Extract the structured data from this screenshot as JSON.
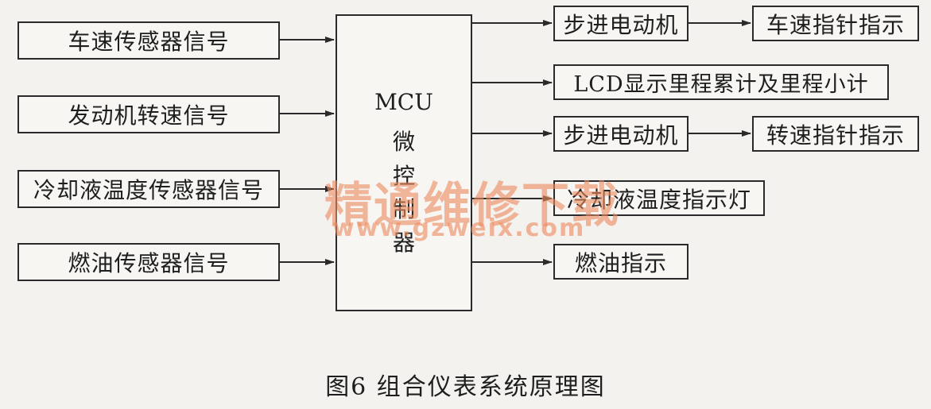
{
  "inputs": [
    "车速传感器信号",
    "发动机转速信号",
    "冷却液温度传感器信号",
    "燃油传感器信号"
  ],
  "mcu": {
    "line1": "MCU",
    "chars": [
      "微",
      "控",
      "制",
      "器"
    ]
  },
  "outputs": {
    "stepper1": "步进电动机",
    "speed_pointer": "车速指针指示",
    "lcd": "LCD显示里程累计及里程小计",
    "stepper2": "步进电动机",
    "rpm_pointer": "转速指针指示",
    "coolant_light": "冷却液温度指示灯",
    "fuel": "燃油指示"
  },
  "watermark": {
    "cn": "精通维修下载",
    "url": "www.gzweix.com"
  },
  "caption": "图6   组合仪表系统原理图"
}
